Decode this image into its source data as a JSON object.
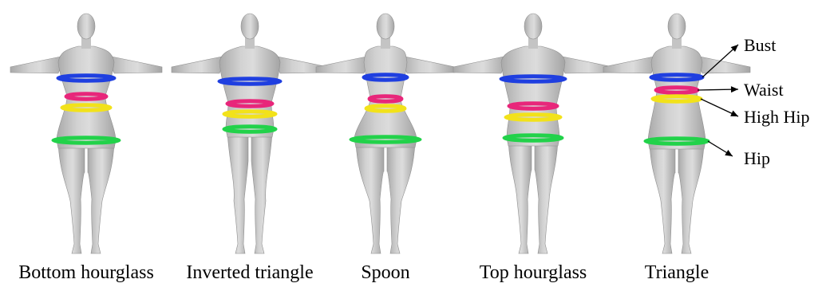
{
  "figure": {
    "body_shapes": [
      {
        "caption": "Bottom hourglass"
      },
      {
        "caption": "Inverted triangle"
      },
      {
        "caption": "Spoon"
      },
      {
        "caption": "Top hourglass"
      },
      {
        "caption": "Triangle"
      }
    ],
    "measurements": [
      {
        "key": "bust",
        "label": "Bust",
        "color": "#1f3fe0"
      },
      {
        "key": "waist",
        "label": "Waist",
        "color": "#e8267a"
      },
      {
        "key": "high_hip",
        "label": "High Hip",
        "color": "#f2e21a"
      },
      {
        "key": "hip",
        "label": "Hip",
        "color": "#22d24a"
      }
    ],
    "body_color": "#c8c8c8"
  }
}
